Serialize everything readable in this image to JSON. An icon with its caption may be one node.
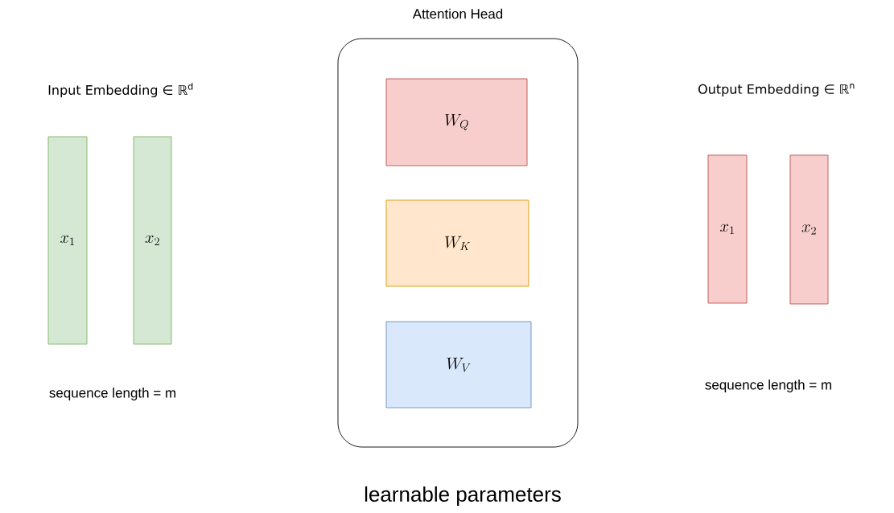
{
  "diagram": {
    "nodes": [
      {
        "text": [
          "x_1"
        ]
      },
      {
        "text": [
          "x_2"
        ]
      },
      {
        "text": [
          "Attention Head"
        ]
      },
      {
        "text": [
          "W_Q"
        ],
        "in": 2
      },
      {
        "text": [
          "W_K"
        ],
        "in": 2
      },
      {
        "text": [
          "W_V"
        ],
        "in": 2
      },
      {
        "text": [
          "x_1"
        ]
      },
      {
        "text": [
          "x_2"
        ]
      }
    ],
    "labels": [
      "Input Embedding ∈ ℝ$^{d}$",
      "Output Embedding ∈ ℝ$^{n}$",
      "sequence length = m",
      "sequence length = m",
      "learnable parameters"
    ]
  }
}
